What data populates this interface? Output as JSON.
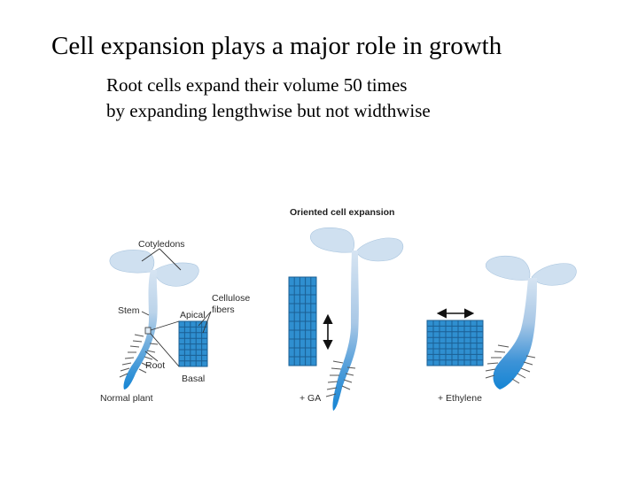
{
  "slide": {
    "title": "Cell expansion plays a major role in growth",
    "subtitle_line1": "Root cells expand their volume 50 times",
    "subtitle_line2": "by expanding lengthwise but not widthwise"
  },
  "figure": {
    "heading": "Oriented cell expansion",
    "labels": {
      "cotyledons": "Cotyledons",
      "cellulose_line1": "Cellulose",
      "cellulose_line2": "fibers",
      "stem": "Stem",
      "apical": "Apical",
      "root": "Root",
      "basal": "Basal"
    },
    "captions": {
      "normal": "Normal plant",
      "ga": "+ GA",
      "ethylene": "+ Ethylene"
    },
    "colors": {
      "plant_light": "#d3e2f1",
      "plant_dark": "#1c8fd8",
      "cell_fill": "#2f8fd0",
      "cell_line": "#1b5f93",
      "pointer": "#333333",
      "arrow": "#111111"
    }
  }
}
